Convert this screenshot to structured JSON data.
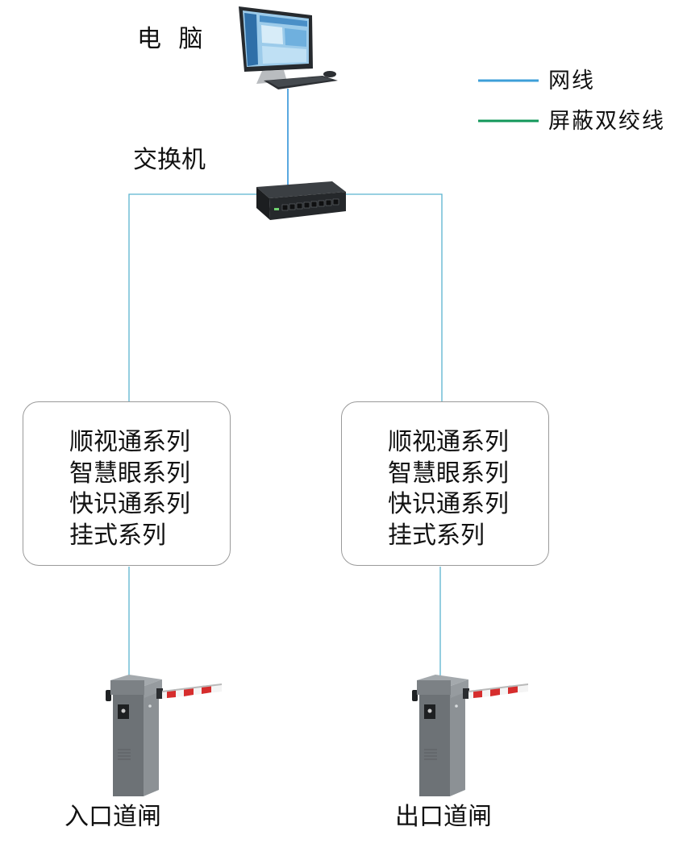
{
  "computer": {
    "label": "电 脑"
  },
  "switch": {
    "label": "交换机"
  },
  "legend": [
    {
      "label": "网线",
      "color": "#3d9fd8"
    },
    {
      "label": "屏蔽双绞线",
      "color": "#12975a"
    }
  ],
  "cameras": [
    {
      "series": [
        "顺视通系列",
        "智慧眼系列",
        "快识通系列",
        "挂式系列"
      ]
    },
    {
      "series": [
        "顺视通系列",
        "智慧眼系列",
        "快识通系列",
        "挂式系列"
      ]
    }
  ],
  "gates": [
    {
      "label": "入口道闸"
    },
    {
      "label": "出口道闸"
    }
  ]
}
